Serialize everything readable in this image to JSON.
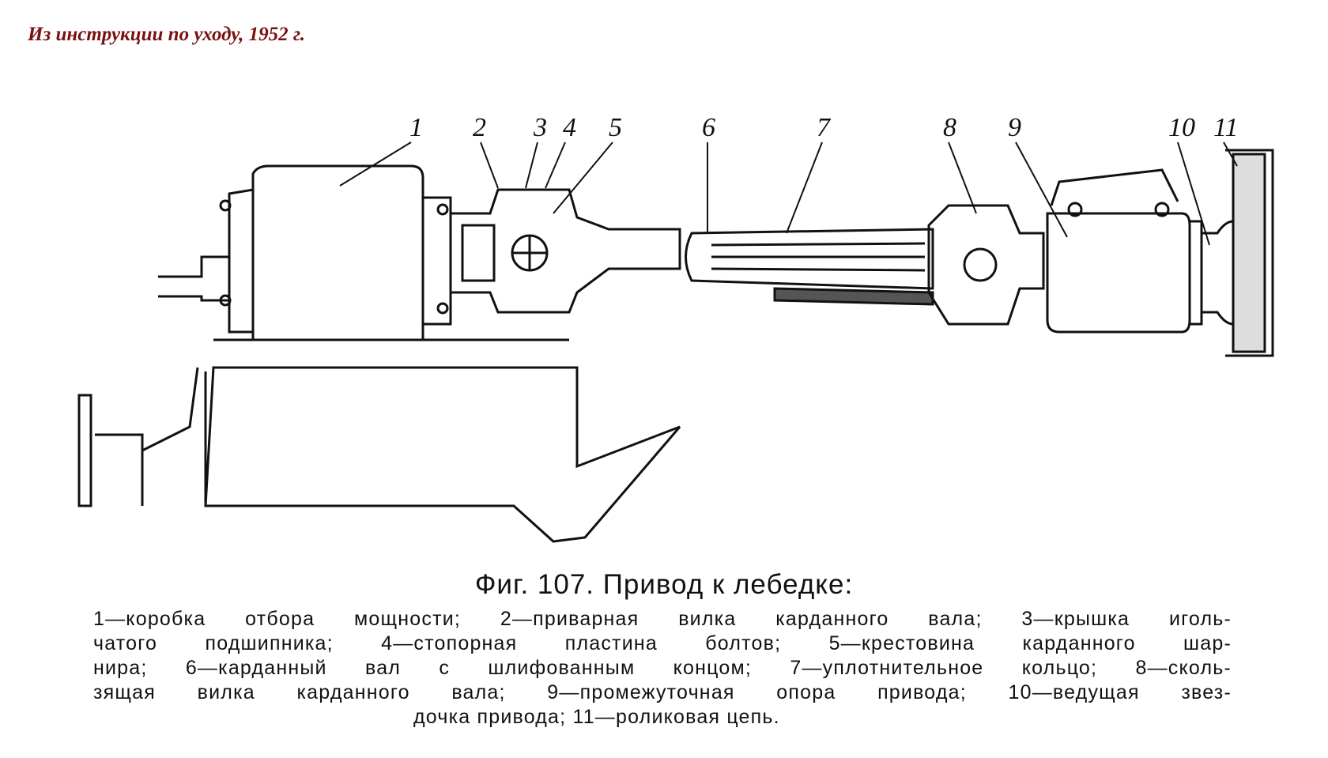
{
  "source_note": "Из инструкции по уходу, 1952 г.",
  "figure": {
    "title": "Фиг. 107. Привод к лебедке:",
    "part_labels": [
      "1",
      "2",
      "3",
      "4",
      "5",
      "6",
      "7",
      "8",
      "9",
      "10",
      "11"
    ],
    "caption_lines": [
      "1—коробка отбора мощности; 2—приварная вилка карданного вала; 3—крышка иголь-",
      "чатого подшипника; 4—стопорная пластина болтов; 5—крестовина карданного шар-",
      "нира; 6—карданный вал с шлифованным концом; 7—уплотнительное кольцо; 8—сколь-",
      "зящая вилка карданного вала; 9—промежуточная опора привода; 10—ведущая звез-",
      "дочка привода; 11—роликовая цепь."
    ]
  }
}
